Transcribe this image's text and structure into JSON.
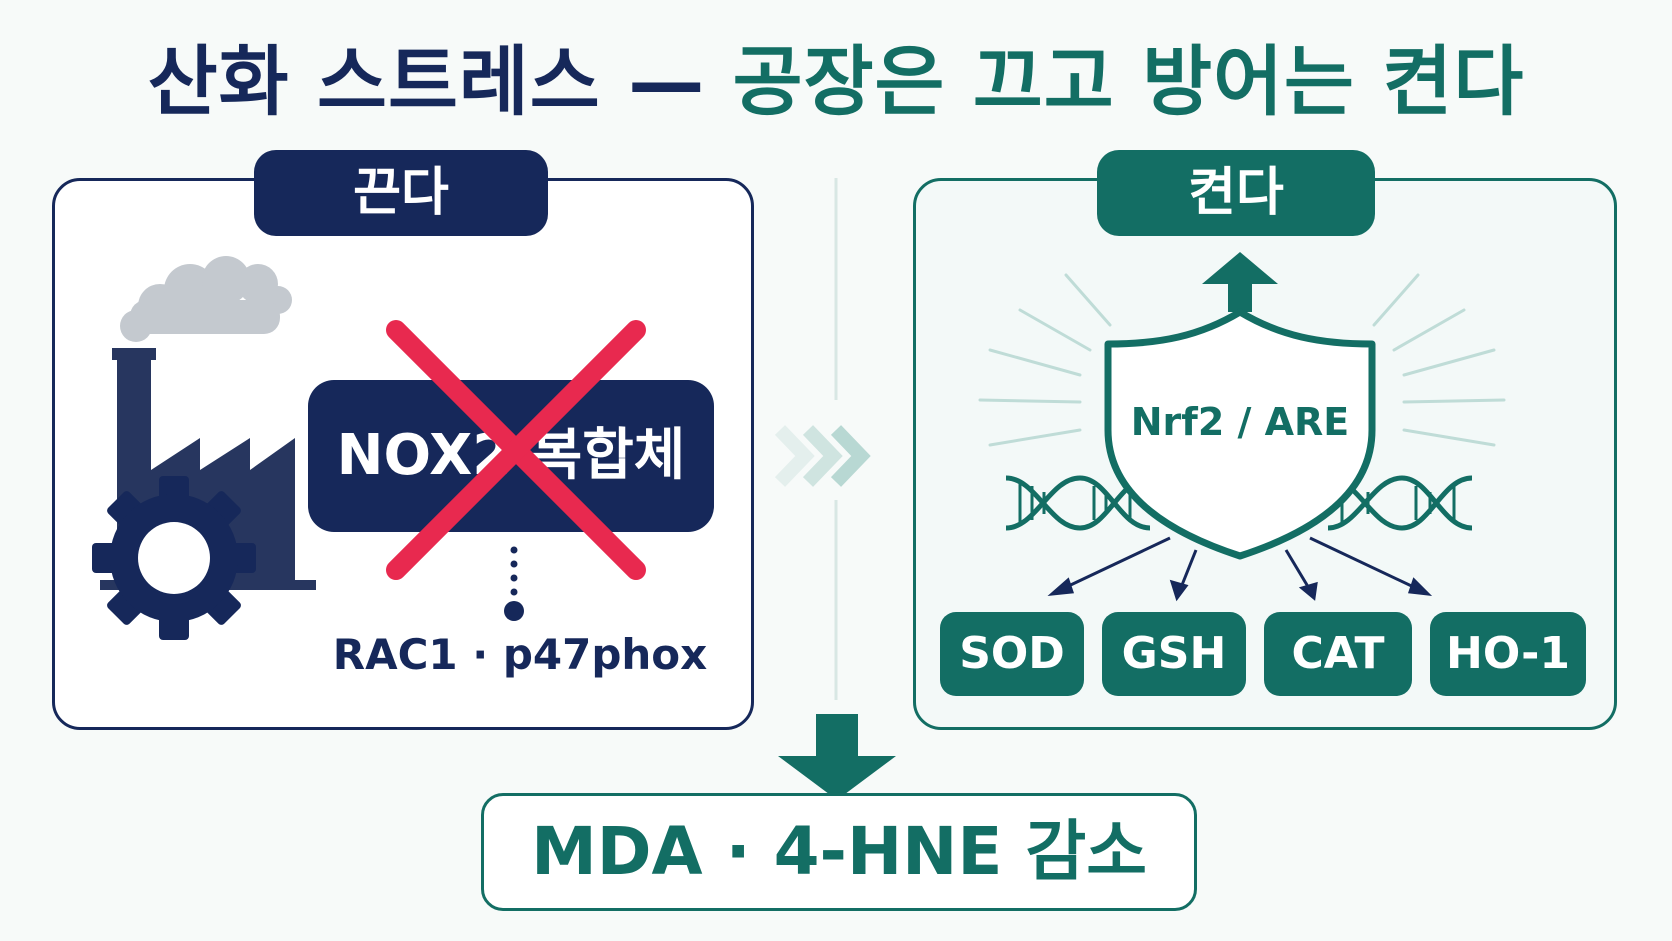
{
  "title": {
    "part1": "산화 스트레스",
    "dash": " — ",
    "part2": "공장은 끄고 방어는 켠다"
  },
  "left_panel": {
    "label": "끈다",
    "complex": "NOX2 복합체",
    "subunits": "RAC1 · p47phox"
  },
  "right_panel": {
    "label": "켠다",
    "shield_text": "Nrf2 / ARE",
    "enzymes": [
      "SOD",
      "GSH",
      "CAT",
      "HO-1"
    ]
  },
  "result": "MDA · 4-HNE 감소",
  "colors": {
    "navy": "#16285a",
    "teal": "#136e64",
    "red": "#e8294f",
    "smoke": "#c4c9cf"
  }
}
